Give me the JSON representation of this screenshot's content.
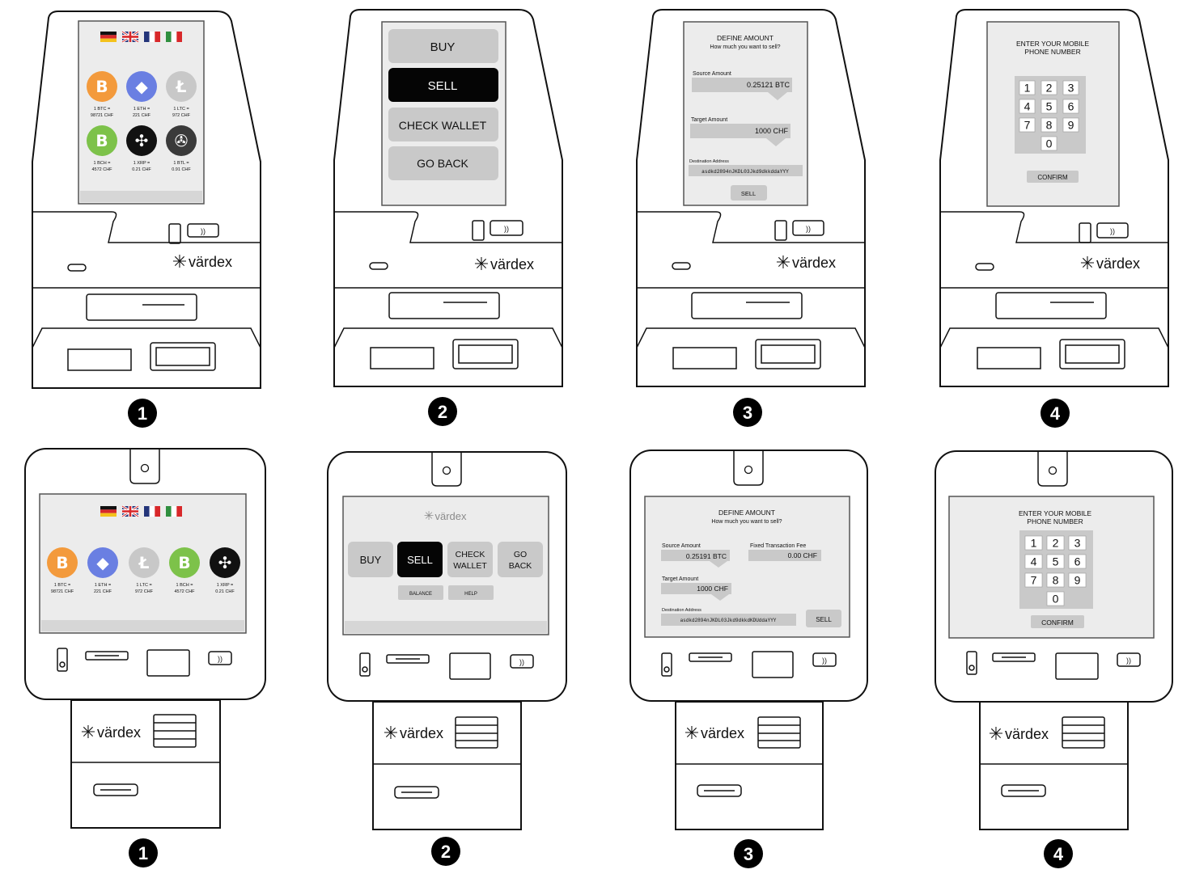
{
  "brand": "värdex",
  "steps": [
    "1",
    "2",
    "3",
    "4"
  ],
  "coins_tall": [
    {
      "icon": "bitcoin-icon",
      "color": "#f39a3c",
      "glyph": "B",
      "rate1": "1 BTC =",
      "rate2": "98721 CHF"
    },
    {
      "icon": "ethereum-icon",
      "color": "#6a7fe2",
      "glyph": "◆",
      "rate1": "1 ETH =",
      "rate2": "221 CHF"
    },
    {
      "icon": "litecoin-icon",
      "color": "#c8c8c8",
      "glyph": "Ł",
      "rate1": "1 LTC =",
      "rate2": "972 CHF"
    },
    {
      "icon": "bitcoin-cash-icon",
      "color": "#7dc24a",
      "glyph": "B",
      "rate1": "1 BCH =",
      "rate2": "4572 CHF"
    },
    {
      "icon": "ripple-icon",
      "color": "#111111",
      "glyph": "✣",
      "rate1": "1 XRP =",
      "rate2": "0.21 CHF"
    },
    {
      "icon": "stellar-icon",
      "color": "#3a3a3a",
      "glyph": "✇",
      "rate1": "1 BTL =",
      "rate2": "0.91 CHF"
    }
  ],
  "coins_wide": [
    {
      "icon": "bitcoin-icon",
      "color": "#f39a3c",
      "glyph": "B",
      "rate1": "1 BTC =",
      "rate2": "98721 CHF"
    },
    {
      "icon": "ethereum-icon",
      "color": "#6a7fe2",
      "glyph": "◆",
      "rate1": "1 ETH =",
      "rate2": "221 CHF"
    },
    {
      "icon": "litecoin-icon",
      "color": "#c8c8c8",
      "glyph": "Ł",
      "rate1": "1 LTC =",
      "rate2": "972 CHF"
    },
    {
      "icon": "bitcoin-cash-icon",
      "color": "#7dc24a",
      "glyph": "B",
      "rate1": "1 BCH =",
      "rate2": "4572 CHF"
    },
    {
      "icon": "ripple-icon",
      "color": "#111111",
      "glyph": "✣",
      "rate1": "1 XRP =",
      "rate2": "0.21 CHF"
    }
  ],
  "menu": {
    "buy": "BUY",
    "sell": "SELL",
    "check_wallet": "CHECK WALLET",
    "check": "CHECK",
    "wallet": "WALLET",
    "go_back": "GO BACK",
    "go": "GO",
    "back": "BACK",
    "balance": "BALANCE",
    "help": "HELP"
  },
  "amount": {
    "title": "DEFINE AMOUNT",
    "subtitle": "How much you want to sell?",
    "source_label": "Source Amount",
    "source_value_tall": "0.25121 BTC",
    "source_value_wide": "0.25191 BTC",
    "target_label": "Target Amount",
    "target_value": "1000 CHF",
    "fee_label": "Fixed Transaction Fee",
    "fee_value": "0.00 CHF",
    "dest_label": "Destination Address",
    "dest_value_tall": "asdkd2894nJKDL03Jkd9dkkddaYYY",
    "dest_value_wide": "asdkd2894nJKDL03Jkd9dkkdKDUddaYYY",
    "sell": "SELL"
  },
  "phone": {
    "title1": "ENTER YOUR MOBILE",
    "title2": "PHONE NUMBER",
    "keys": [
      "1",
      "2",
      "3",
      "4",
      "5",
      "6",
      "7",
      "8",
      "9",
      "0"
    ],
    "confirm": "CONFIRM"
  }
}
